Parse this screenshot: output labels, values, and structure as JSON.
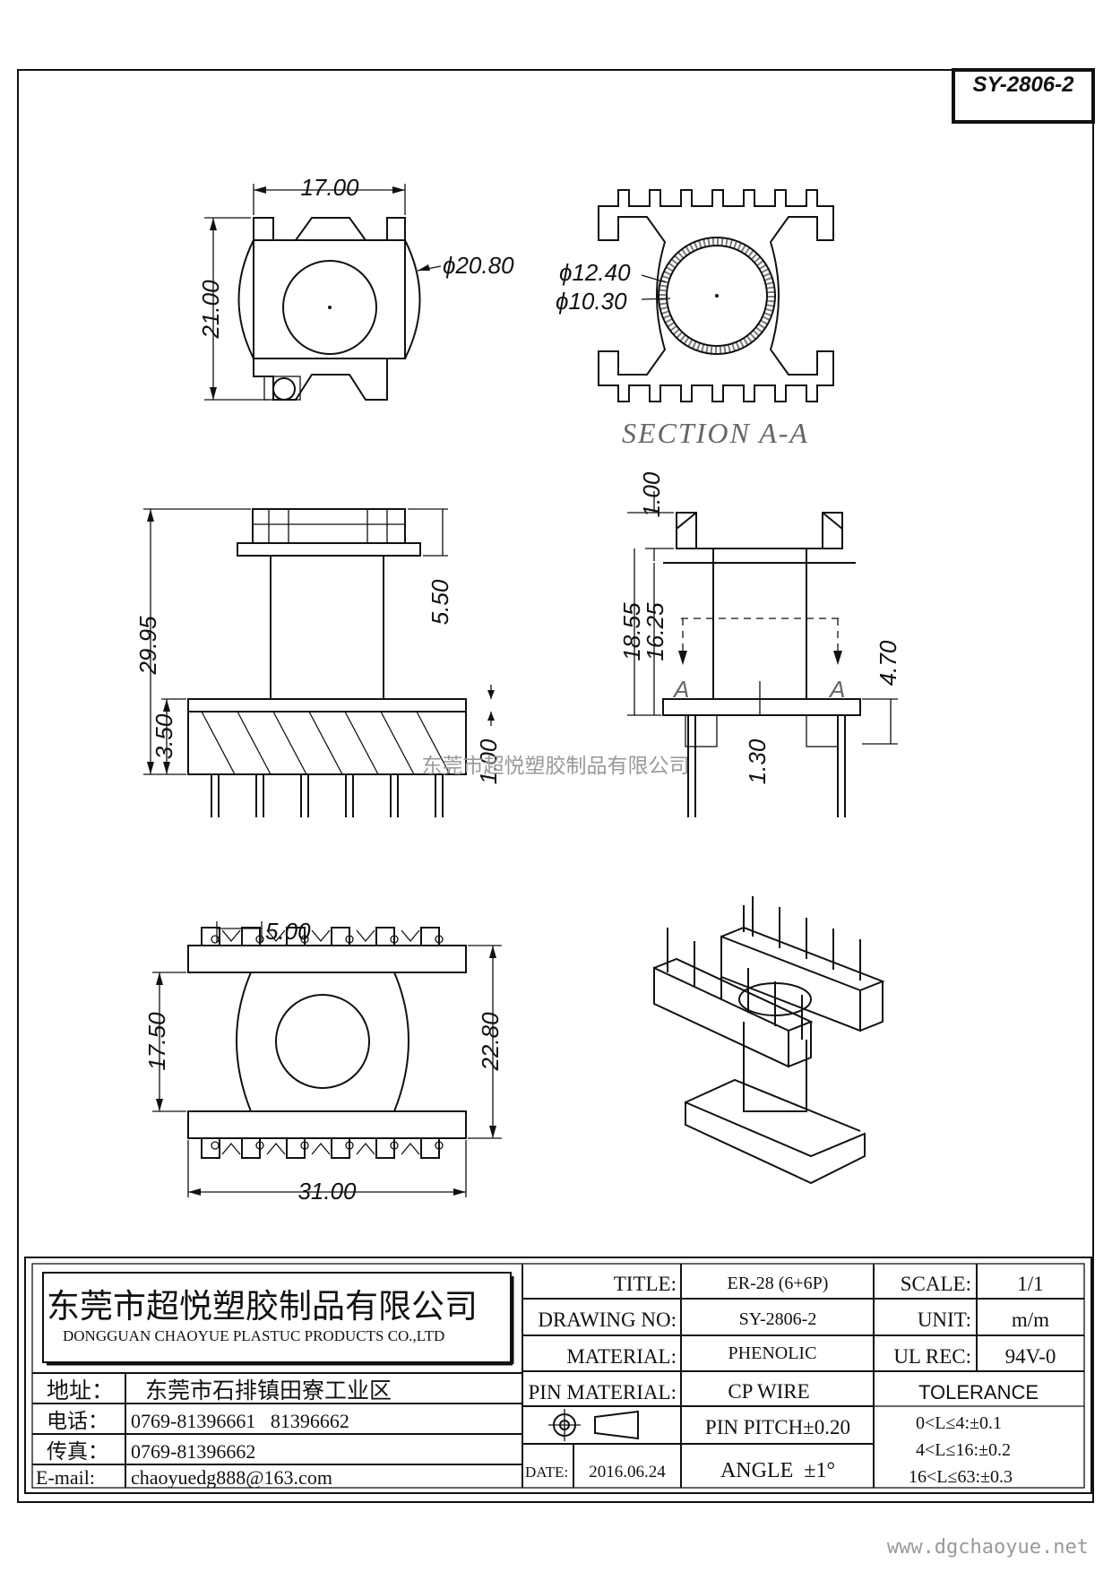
{
  "drawing_id": "SY-2806-2",
  "section_label": "SECTION A-A",
  "section_marker": "A",
  "watermark": "东莞市超悦塑胶制品有限公司",
  "website": "www.dgchaoyue.net",
  "dimensions": {
    "top_width": "17.00",
    "top_height": "21.00",
    "top_diameter": "ϕ20.80",
    "sec_d_outer": "ϕ12.40",
    "sec_d_inner": "ϕ10.30",
    "front_height": "29.95",
    "front_flange": "5.50",
    "front_base": "3.50",
    "front_pin_step": "1.00",
    "side_top": "1.00",
    "side_h1": "18.55",
    "side_h2": "16.25",
    "side_base": "4.70",
    "side_pin": "1.30",
    "bottom_pitch": "5.00",
    "bottom_inner": "17.50",
    "bottom_outer": "22.80",
    "bottom_width": "31.00"
  },
  "company": {
    "name_cn": "东莞市超悦塑胶制品有限公司",
    "name_en": "DONGGUAN CHAOYUE PLASTUC PRODUCTS CO.,LTD"
  },
  "contact": {
    "address_label": "地址：",
    "address": "东莞市石排镇田寮工业区",
    "tel_label": "电话：",
    "tel": "0769-81396661   81396662",
    "fax_label": "传真：",
    "fax": "0769-81396662",
    "email_label": "E-mail:",
    "email": "chaoyuedg888@163.com"
  },
  "title_block": {
    "title_label": "TITLE:",
    "title": "ER-28 (6+6P)",
    "drawing_no_label": "DRAWING NO:",
    "drawing_no": "SY-2806-2",
    "material_label": "MATERIAL:",
    "material": "PHENOLIC",
    "pin_material_label": "PIN MATERIAL:",
    "pin_material": "CP WIRE",
    "pin_pitch": "PIN PITCH±0.20",
    "angle": "ANGLE  ±1°",
    "date_label": "DATE:",
    "date": "2016.06.24",
    "scale_label": "SCALE:",
    "scale": "1/1",
    "unit_label": "UNIT:",
    "unit": "m/m",
    "ul_label": "UL REC:",
    "ul": "94V-0",
    "tolerance_label": "TOLERANCE",
    "tolerances": [
      "0<L≤4:±0.1",
      "4<L≤16:±0.2",
      "16<L≤63:±0.3"
    ]
  }
}
